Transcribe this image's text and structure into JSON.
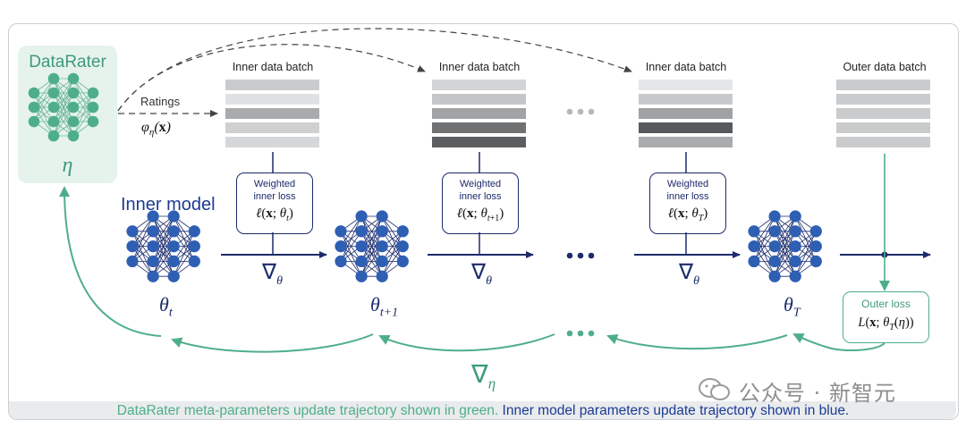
{
  "datarater": {
    "title": "DataRater",
    "param": "η",
    "ratings_label": "Ratings",
    "phi_label": "φη(x)"
  },
  "inner_model_label": "Inner model",
  "batches": [
    {
      "title": "Inner data batch",
      "shades": [
        "#c9cbcc",
        "#e0e1e2",
        "#a8aaab",
        "#cfd0d1",
        "#d6d7d8"
      ]
    },
    {
      "title": "Inner data batch",
      "shades": [
        "#d3d4d5",
        "#c5c6c7",
        "#a1a3a4",
        "#6f7173",
        "#5b5d5f"
      ]
    },
    {
      "title": "Inner data batch",
      "shades": [
        "#e5e6e7",
        "#c8c9ca",
        "#9fa1a2",
        "#575a5c",
        "#a9abac"
      ]
    },
    {
      "title": "Outer data batch",
      "shades": [
        "#c9cbcc",
        "#c9cbcc",
        "#c9cbcc",
        "#c9cbcc",
        "#c9cbcc"
      ]
    }
  ],
  "loss_boxes": [
    {
      "line1": "Weighted",
      "line2": "inner loss",
      "formula": "ℓ(x; θt)"
    },
    {
      "line1": "Weighted",
      "line2": "inner loss",
      "formula": "ℓ(x; θt+1)"
    },
    {
      "line1": "Weighted",
      "line2": "inner loss",
      "formula": "ℓ(x; θT)"
    }
  ],
  "thetas": [
    "θt",
    "θt+1",
    "θT"
  ],
  "grad_theta": "∇θ",
  "grad_eta": "∇η",
  "outer_loss": {
    "title": "Outer loss",
    "formula": "L(x; θT(η))"
  },
  "caption": {
    "green": "DataRater meta-parameters update trajectory shown in green.",
    "blue": "Inner model parameters update trajectory shown in blue."
  },
  "watermark": "公众号 · 新智元",
  "colors": {
    "blue": "#1c2b6b",
    "green": "#4fae8a",
    "node": "#2e5fb3"
  }
}
